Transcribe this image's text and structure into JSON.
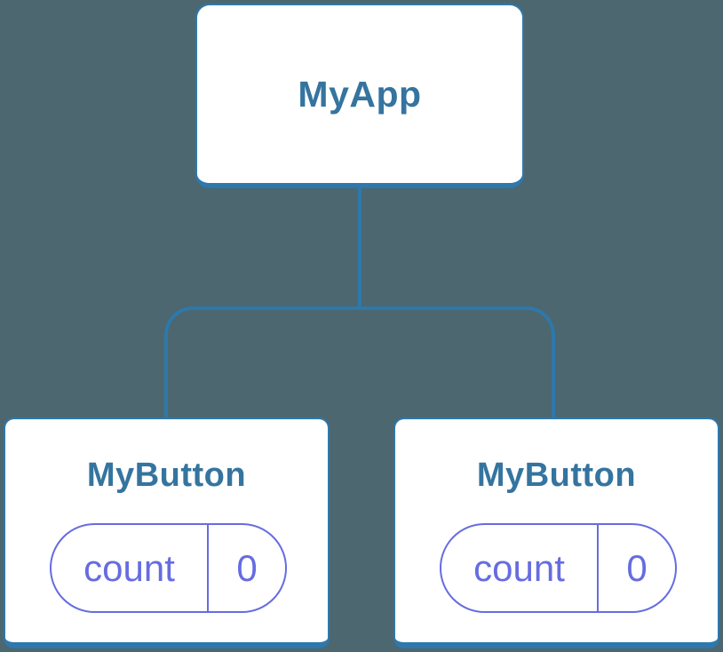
{
  "colors": {
    "background": "#4C6770",
    "connector": "#2E78AC",
    "node_border": "#2E78AC",
    "node_background": "#FFFFFF",
    "node_label_text": "#35749F",
    "state_accent": "#666CE0"
  },
  "tree": {
    "root": {
      "label": "MyApp"
    },
    "children": [
      {
        "label": "MyButton",
        "state": {
          "name": "count",
          "value": "0"
        }
      },
      {
        "label": "MyButton",
        "state": {
          "name": "count",
          "value": "0"
        }
      }
    ]
  }
}
